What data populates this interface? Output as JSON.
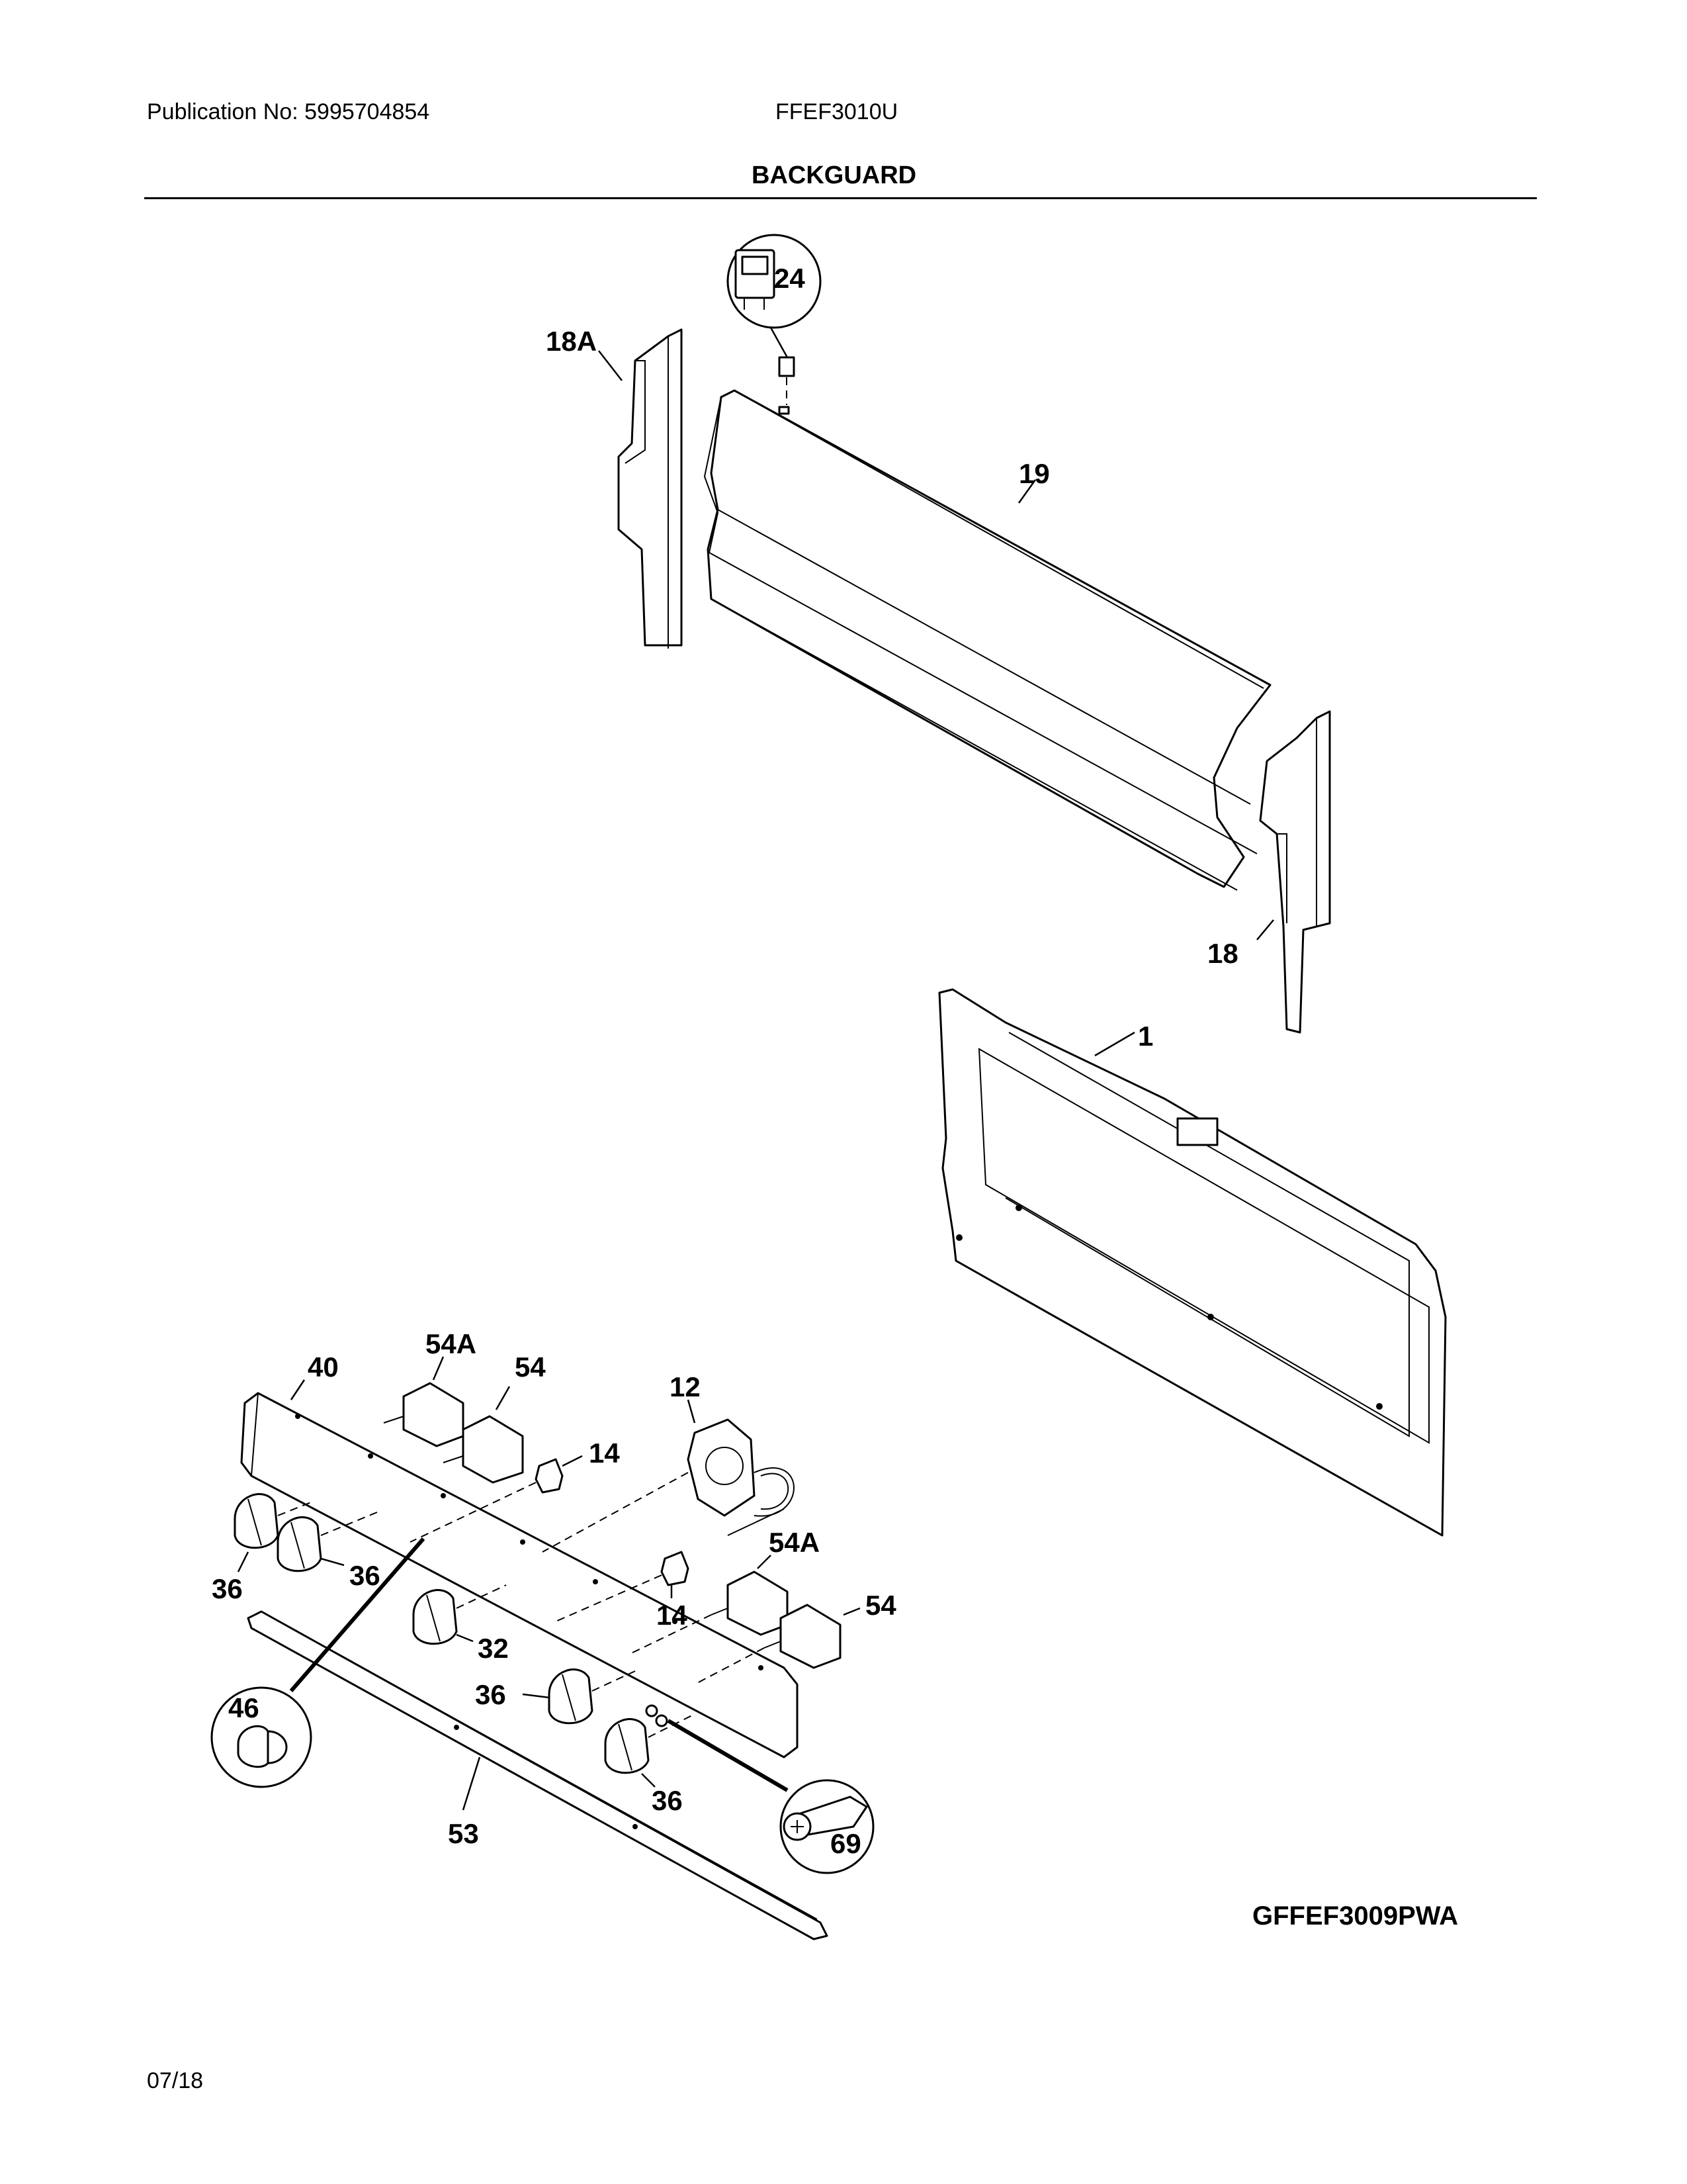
{
  "header": {
    "publication": "Publication No: 5995704854",
    "model": "FFEF3010U",
    "section_title": "BACKGUARD"
  },
  "footer": {
    "date": "07/18",
    "diagram_code": "GFFEF3009PWA"
  },
  "callouts": {
    "c24": "24",
    "c18a": "18A",
    "c19": "19",
    "c18": "18",
    "c1": "1",
    "c40": "40",
    "c54a_top": "54A",
    "c54_top": "54",
    "c12": "12",
    "c14_top": "14",
    "c36_a": "36",
    "c36_b": "36",
    "c54a_mid": "54A",
    "c14_mid": "14",
    "c54_mid": "54",
    "c32": "32",
    "c46": "46",
    "c36_c": "36",
    "c36_d": "36",
    "c53": "53",
    "c69": "69"
  }
}
